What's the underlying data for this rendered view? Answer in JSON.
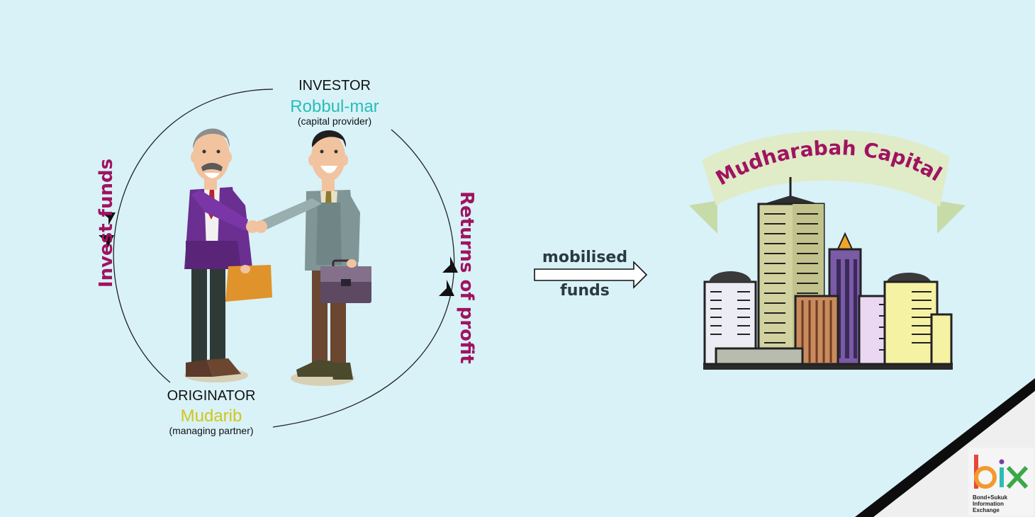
{
  "investor": {
    "role": "INVESTOR",
    "name": "Robbul-mar",
    "description": "(capital provider)"
  },
  "originator": {
    "role": "ORIGINATOR",
    "name": "Mudarib",
    "description": "(managing partner)"
  },
  "flows": {
    "invest": "Invest funds",
    "returns": "Returns of profit"
  },
  "transfer": {
    "line1": "mobilised",
    "line2": "funds"
  },
  "banner": {
    "text": "Mudharabah Capital"
  },
  "logo": {
    "mark": "bix",
    "tagline_1": "Bond+Sukuk",
    "tagline_2": "Information",
    "tagline_3": "Exchange"
  },
  "colors": {
    "background": "#d8f2f8",
    "flow_text": "#a0135f",
    "investor_name": "#2bbdb6",
    "originator_name": "#d4c51a",
    "banner_text": "#a0135f",
    "banner_ribbon": "#e0ebc8"
  }
}
